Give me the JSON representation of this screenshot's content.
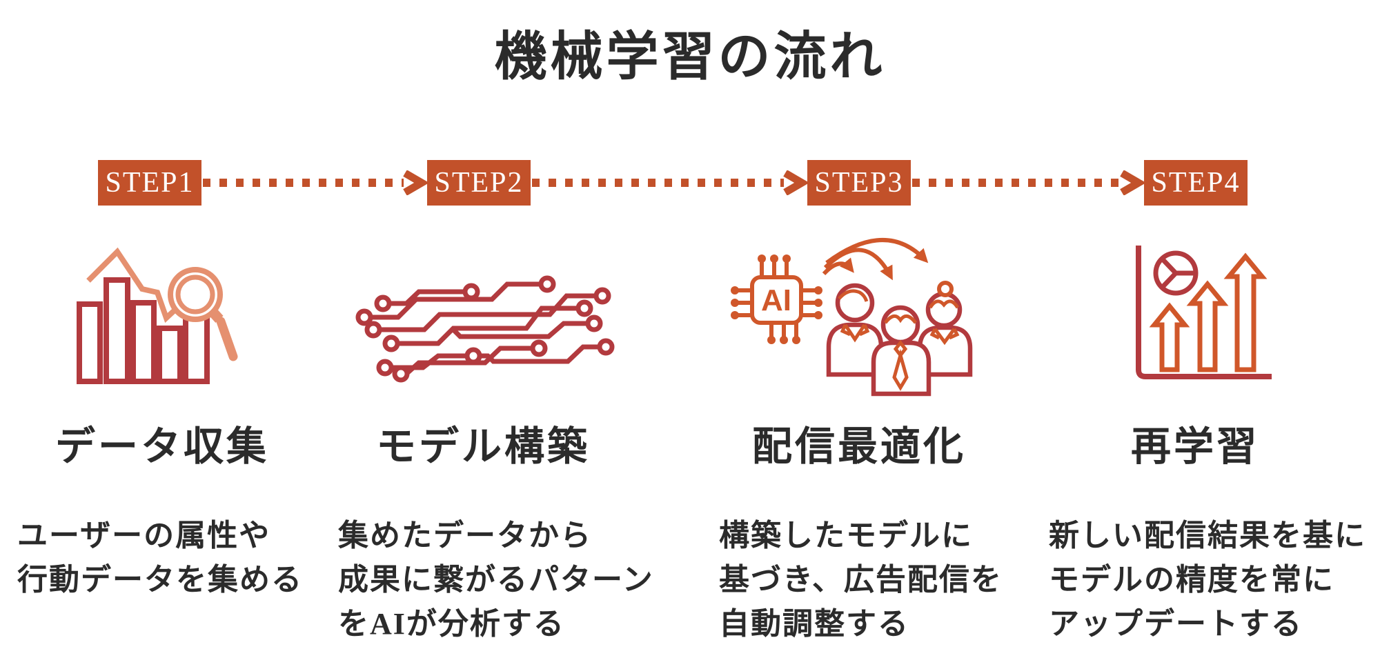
{
  "title": "機械学習の流れ",
  "colors": {
    "accent_orange": "#c2512a",
    "crimson": "#b23a3e",
    "chip_orange": "#d0572a",
    "salmon": "#e5906f",
    "text": "#2b2b2b",
    "background": "#ffffff"
  },
  "steps": [
    {
      "label": "STEP1",
      "title": "データ収集",
      "description": "ユーザーの属性や\n行動データを集める",
      "icon": "bar-chart-magnifier-icon"
    },
    {
      "label": "STEP2",
      "title": "モデル構築",
      "description": "集めたデータから\n成果に繋がるパターン\nをAIが分析する",
      "icon": "circuit-board-icon"
    },
    {
      "label": "STEP3",
      "title": "配信最適化",
      "description": "構築したモデルに\n基づき、広告配信を\n自動調整する",
      "icon": "ai-chip-audience-icon",
      "chip_label": "AI"
    },
    {
      "label": "STEP4",
      "title": "再学習",
      "description": "新しい配信結果を基に\nモデルの精度を常に\nアップデートする",
      "icon": "growth-chart-icon"
    }
  ]
}
